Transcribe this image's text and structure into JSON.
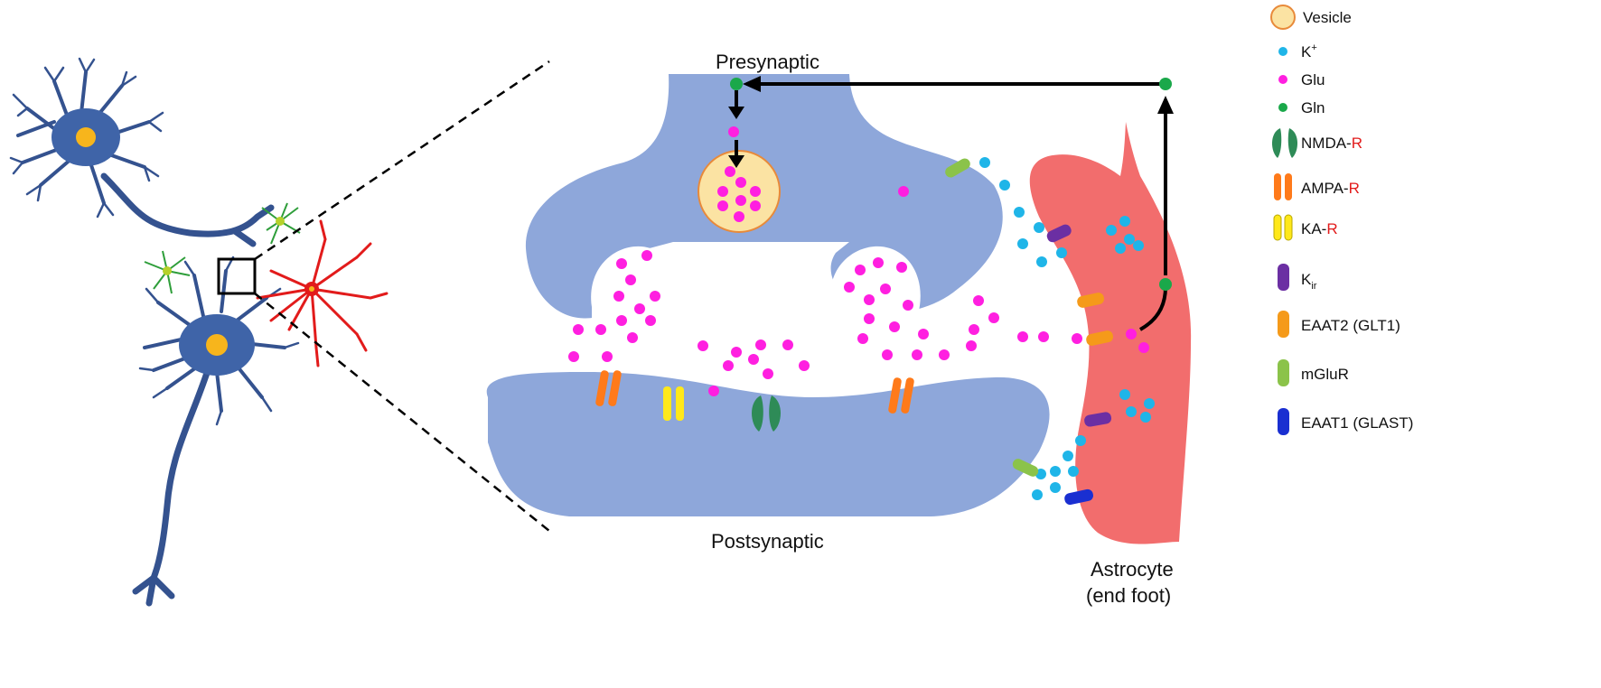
{
  "labels": {
    "presynaptic": "Presynaptic",
    "postsynaptic": "Postsynaptic",
    "astrocyte_line1": "Astrocyte",
    "astrocyte_line2": "(end foot)"
  },
  "legend": {
    "vesicle": "Vesicle",
    "k": "K",
    "k_sup": "+",
    "glu": "Glu",
    "gln": "Gln",
    "nmda_main": "NMDA-",
    "nmda_r": "R",
    "ampa_main": "AMPA-",
    "ampa_r": "R",
    "ka_main": "KA-",
    "ka_r": "R",
    "kir_main": "K",
    "kir_sub": "ir",
    "eaat2": "EAAT2 (GLT1)",
    "mglur": "mGluR",
    "eaat1": "EAAT1 (GLAST)"
  },
  "colors": {
    "neuron": "#8ea7da",
    "neuron_dark": "#2f4f8f",
    "astrocyte": "#f26d6d",
    "vesicle_fill": "#fbe3a3",
    "vesicle_stroke": "#e88a3a",
    "k_ion": "#1fb5e8",
    "glu": "#ff1fe0",
    "gln": "#1aa84a",
    "nmda": "#2e8b57",
    "ampa": "#ff7a1a",
    "ka": "#ffe81a",
    "kir": "#6b2fa3",
    "eaat2": "#f59a1a",
    "mglur": "#8bc34a",
    "eaat1": "#1a2fd1",
    "red_text": "#e21b1b"
  }
}
